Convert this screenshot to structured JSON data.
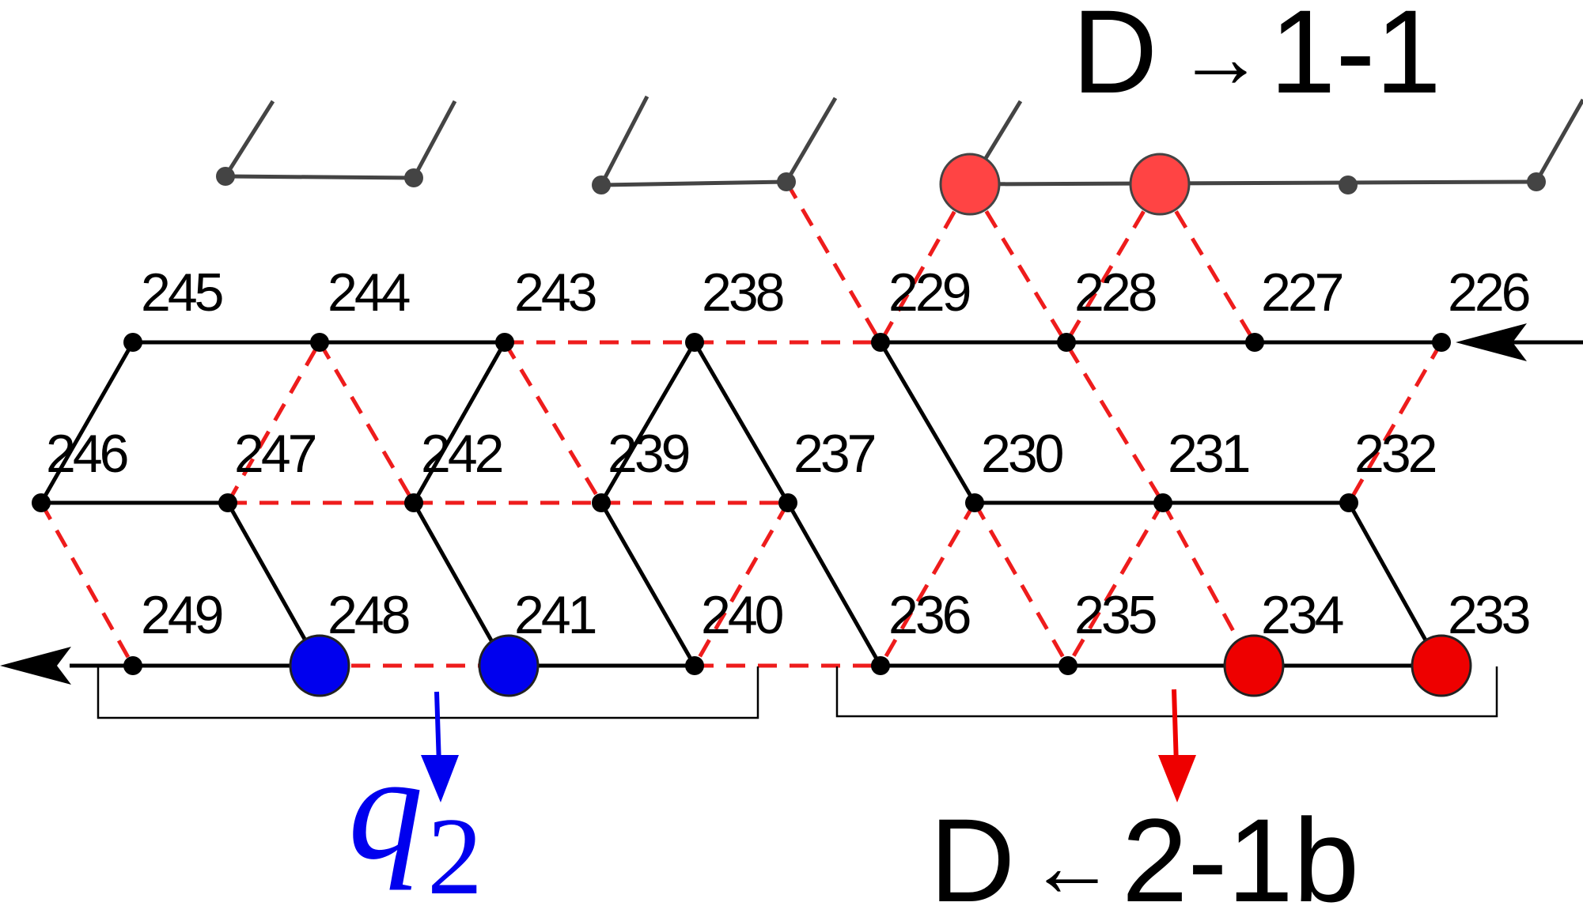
{
  "node_labels": [
    "245",
    "244",
    "243",
    "238",
    "229",
    "228",
    "227",
    "226",
    "246",
    "247",
    "242",
    "239",
    "237",
    "230",
    "231",
    "232",
    "249",
    "248",
    "241",
    "240",
    "236",
    "235",
    "234",
    "233"
  ],
  "top_right_label": {
    "letter": "D",
    "arrow": "→",
    "value": "1-1"
  },
  "bottom_right_label": {
    "letter": "D",
    "arrow": "←",
    "value": "2-1b"
  },
  "q_label": {
    "symbol": "q",
    "subscript": "2"
  },
  "colors": {
    "solid_edge": "#000000",
    "dashed_edge": "#ee1c1c",
    "top_edge": "#444444",
    "blue_marker": "#0000ee",
    "red_marker": "#ee0000",
    "red_marker_top": "#ff4444"
  }
}
